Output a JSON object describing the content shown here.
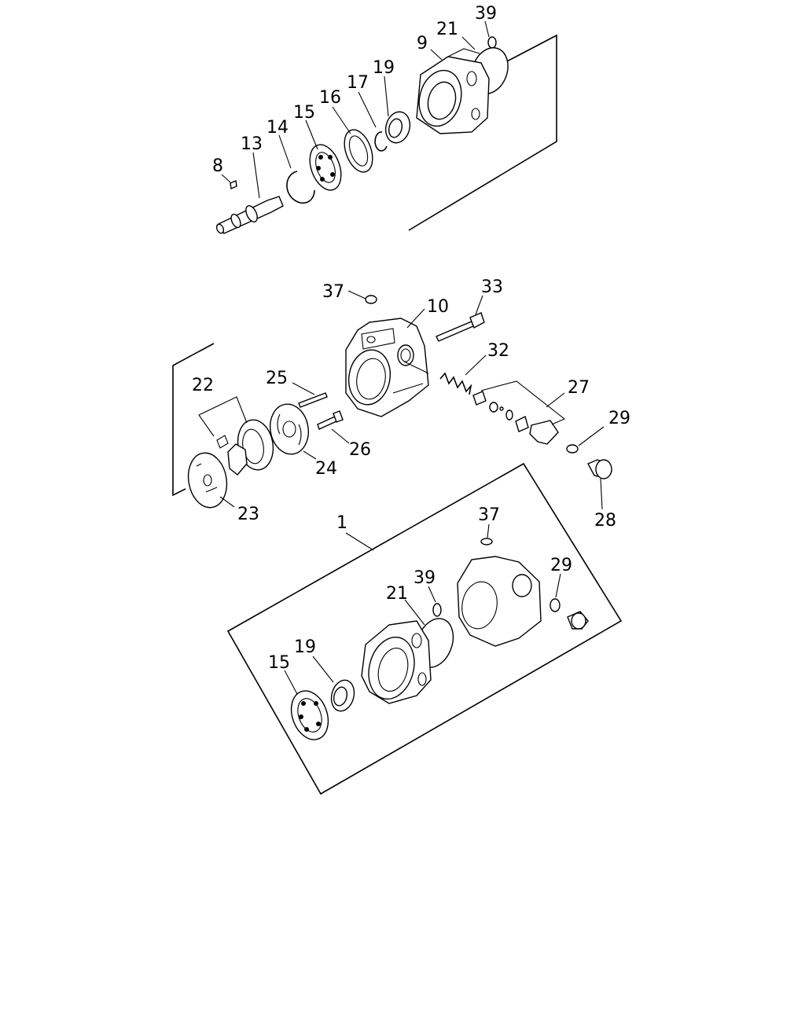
{
  "labels": {
    "l39a": "39",
    "l21a": "21",
    "l9": "9",
    "l19a": "19",
    "l17": "17",
    "l16": "16",
    "l15a": "15",
    "l14": "14",
    "l13": "13",
    "l8": "8",
    "l37a": "37",
    "l10": "10",
    "l33": "33",
    "l32": "32",
    "l27": "27",
    "l25": "25",
    "l22": "22",
    "l26": "26",
    "l24": "24",
    "l23": "23",
    "l29a": "29",
    "l28": "28",
    "l1": "1",
    "l37b": "37",
    "l29b": "29",
    "l39b": "39",
    "l21b": "21",
    "l19b": "19",
    "l15b": "15"
  }
}
